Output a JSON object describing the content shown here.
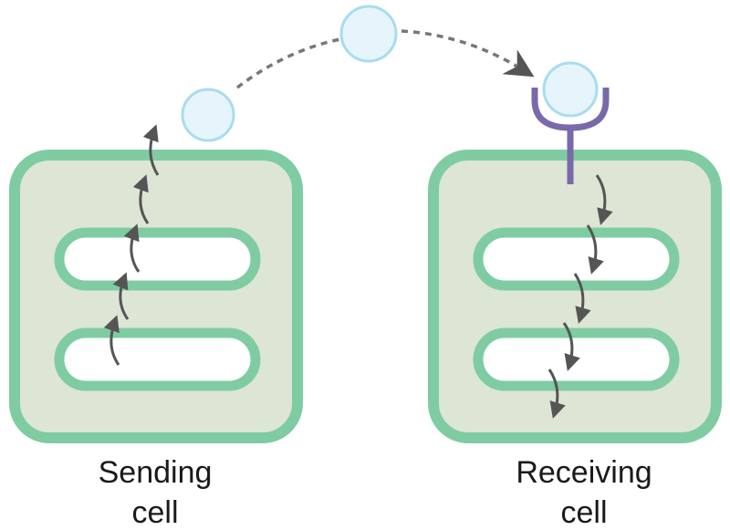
{
  "labels": {
    "sending_line1": "Sending",
    "sending_line2": "cell",
    "receiving_line1": "Receiving",
    "receiving_line2": "cell"
  },
  "colors": {
    "cell_membrane": "#7fcca3",
    "cell_fill": "#dde5d5",
    "vesicle_fill": "#ffffff",
    "signal_molecule_fill": "#e6f4fb",
    "signal_molecule_stroke": "#a9dcef",
    "receptor": "#7a69aa",
    "arrow": "#555555",
    "text": "#1a1a1a"
  },
  "icons": [
    "signal-molecule",
    "receptor",
    "curved-arrow",
    "dashed-path-arrow"
  ]
}
